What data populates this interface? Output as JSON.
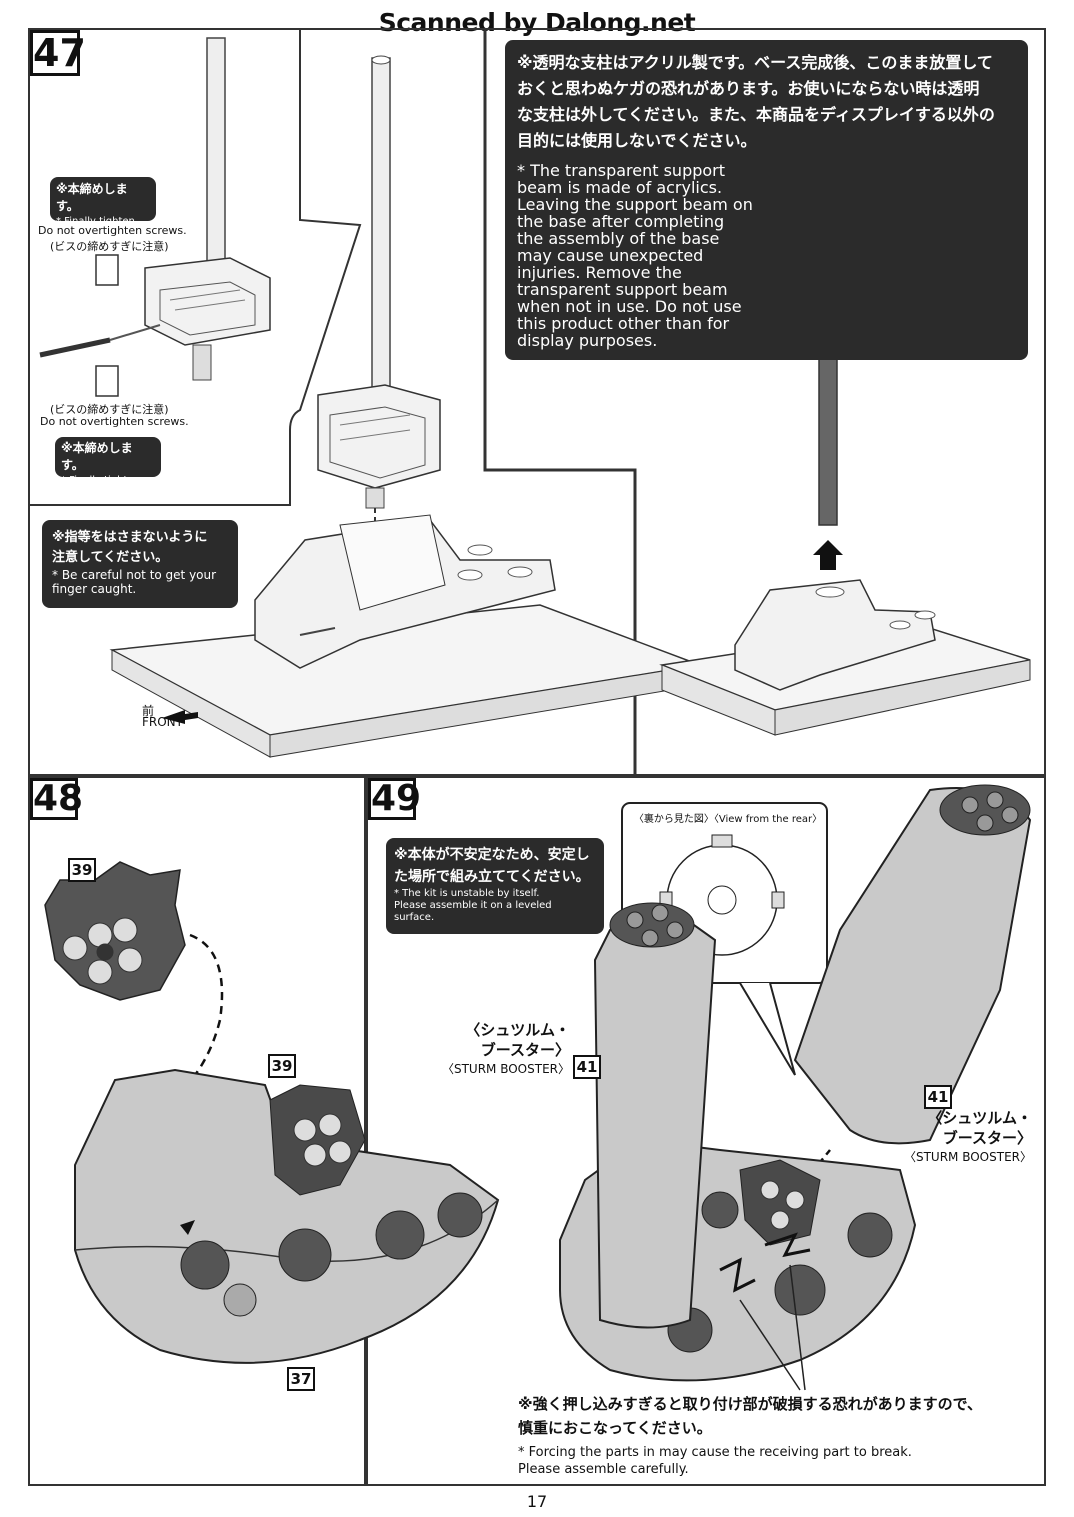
{
  "watermark": "Scanned by Dalong.net",
  "page_number": "17",
  "step47": {
    "number": "47",
    "tighten_top_jp": "※本締めします。",
    "tighten_top_en": "* Finally tighten.",
    "overtighten_top_en": "Do not overtighten screws.",
    "overtighten_top_jp": "(ビスの締めすぎに注意)",
    "overtighten_bottom_jp": "(ビスの締めすぎに注意)",
    "overtighten_bottom_en": "Do not overtighten screws.",
    "tighten_bottom_jp": "※本締めします。",
    "tighten_bottom_en": "* Finally tighten.",
    "finger_jp": "※指等をはさまないように\n注意してください。",
    "finger_en": "* Be careful not to get your\nfinger caught.",
    "front_jp": "前",
    "front_en": "FRONT",
    "beam_jp": "※透明な支柱はアクリル製です。ベース完成後、このまま放置して\nおくと思わぬケガの恐れがあります。お使いにならない時は透明\nな支柱は外してください。また、本商品をディスプレイする以外の\n目的には使用しないでください。",
    "beam_en": "* The transparent support\nbeam is made of acrylics.\nLeaving the support beam on\nthe base after completing\nthe assembly of the base\nmay cause unexpected\ninjuries. Remove the\ntransparent support beam\nwhen not in use. Do not use\nthis product other than for\ndisplay purposes."
  },
  "step48": {
    "number": "48",
    "parts": [
      "39",
      "39",
      "37"
    ]
  },
  "step49": {
    "number": "49",
    "unstable_jp": "※本体が不安定なため、安定し\nた場所で組み立ててください。",
    "unstable_en": "* The kit is unstable by itself.\nPlease assemble it on a leveled\nsurface.",
    "rear_view": "〈裏から見た図〉〈View from the rear〉",
    "booster_left_jp": "〈シュツルム・\nブースター〉",
    "booster_left_en": "〈STURM BOOSTER〉",
    "booster_left_part": "41",
    "booster_right_part": "41",
    "booster_right_jp": "〈シュツルム・\nブースター〉",
    "booster_right_en": "〈STURM BOOSTER〉",
    "caution_jp": "※強く押し込みすぎると取り付け部が破損する恐れがありますので、\n慎重におこなってください。",
    "caution_en": "* Forcing the parts in may cause the receiving part to break.\nPlease assemble carefully."
  }
}
